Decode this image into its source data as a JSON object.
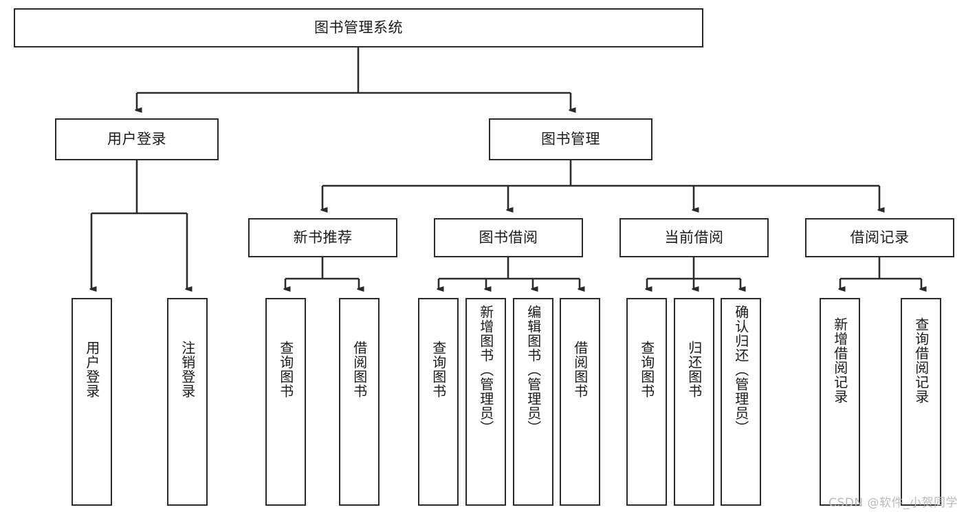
{
  "diagram": {
    "title": "图书管理系统",
    "type": "hierarchy-tree",
    "root": {
      "id": "root",
      "label": "图书管理系统"
    },
    "level2": [
      {
        "id": "user-login",
        "label": "用户登录"
      },
      {
        "id": "book-manage",
        "label": "图书管理"
      }
    ],
    "level3": [
      {
        "id": "new-book-recommend",
        "label": "新书推荐",
        "parent": "book-manage"
      },
      {
        "id": "book-borrow",
        "label": "图书借阅",
        "parent": "book-manage"
      },
      {
        "id": "current-borrow",
        "label": "当前借阅",
        "parent": "book-manage"
      },
      {
        "id": "borrow-record",
        "label": "借阅记录",
        "parent": "book-manage"
      }
    ],
    "leaves": {
      "user_login": [
        {
          "id": "leaf-user-login",
          "label": "用户登录"
        },
        {
          "id": "leaf-logout-login",
          "label": "注销登录"
        }
      ],
      "new_book_recommend": [
        {
          "id": "leaf-query-book-1",
          "label": "查询图书"
        },
        {
          "id": "leaf-borrow-book-1",
          "label": "借阅图书"
        }
      ],
      "book_borrow": [
        {
          "id": "leaf-query-book-2",
          "label": "查询图书"
        },
        {
          "id": "leaf-add-book",
          "label": "新增图书（管理员）"
        },
        {
          "id": "leaf-edit-book",
          "label": "编辑图书（管理员）"
        },
        {
          "id": "leaf-borrow-book-2",
          "label": "借阅图书"
        }
      ],
      "current_borrow": [
        {
          "id": "leaf-query-book-3",
          "label": "查询图书"
        },
        {
          "id": "leaf-return-book",
          "label": "归还图书"
        },
        {
          "id": "leaf-confirm-return",
          "label": "确认归还（管理员）"
        }
      ],
      "borrow_record": [
        {
          "id": "leaf-add-record",
          "label": "新增借阅记录"
        },
        {
          "id": "leaf-query-record",
          "label": "查询借阅记录"
        }
      ]
    }
  },
  "watermark": {
    "text": "CSDN @软件_小贺同学"
  },
  "colors": {
    "border": "#2b2b2b",
    "text": "#1a1a1a",
    "background": "#ffffff",
    "connector": "#2b2b2b",
    "watermark": "#b9b9b9"
  }
}
